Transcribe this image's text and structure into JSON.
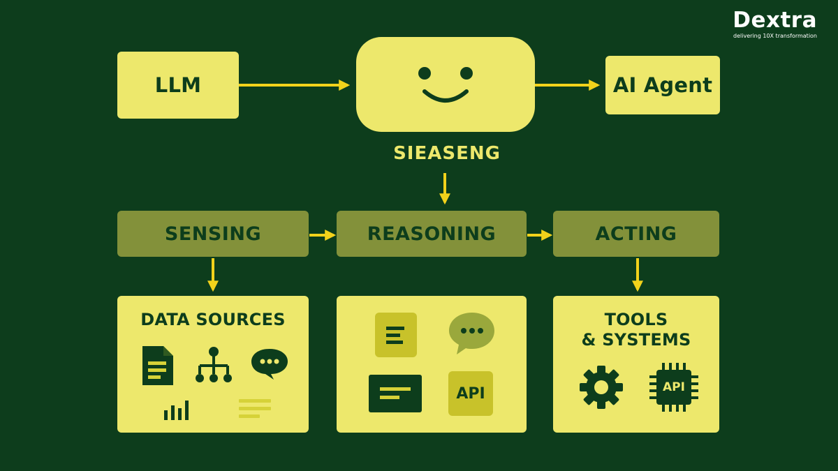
{
  "brand": {
    "name": "Dextra",
    "tagline": "delivering 10X transformation"
  },
  "top_row": {
    "llm": "LLM",
    "center": "smiley-face",
    "agent": "AI Agent",
    "center_caption": "SIEASENG"
  },
  "stages": {
    "sensing": "SENSING",
    "reasoning": "REASONING",
    "acting": "ACTING"
  },
  "panels": {
    "data_sources": {
      "title": "DATA SOURCES",
      "icons": [
        "document-icon",
        "hierarchy-icon",
        "chat-bubble-icon",
        "bar-chart-icon",
        "text-lines-icon"
      ]
    },
    "reasoning": {
      "icons": [
        "text-lines-icon",
        "chat-bubble-icon",
        "message-icon",
        "api-icon"
      ],
      "api_label": "API"
    },
    "tools_systems": {
      "title_line1": "TOOLS",
      "title_line2": "& SYSTEMS",
      "icons": [
        "gear-icon",
        "chip-icon"
      ],
      "chip_label": "API"
    }
  },
  "colors": {
    "background": "#0d3d1c",
    "light_box": "#ede86c",
    "stage_box": "#83913a",
    "arrow": "#f2d21b",
    "text_dark": "#0d3d1c"
  }
}
